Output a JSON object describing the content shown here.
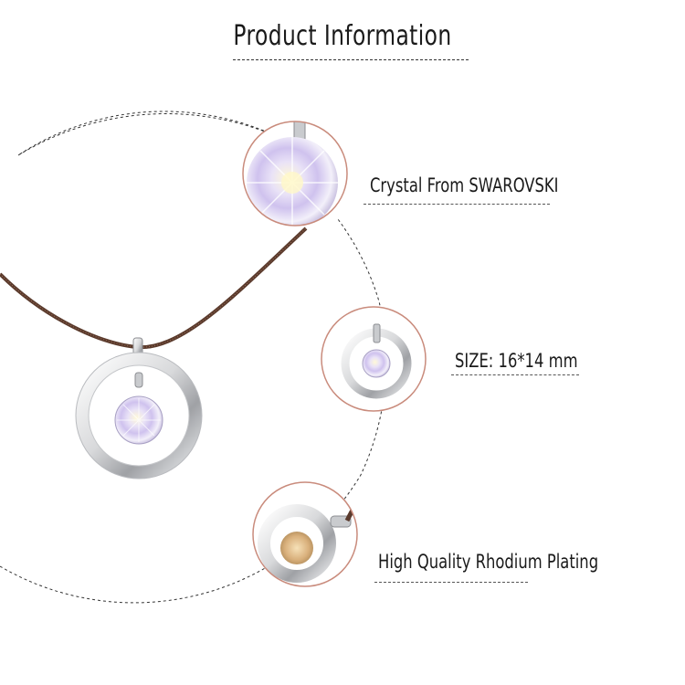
{
  "title": "Product Information",
  "features": [
    {
      "label": "Crystal From SWAROVSKI",
      "detail_icon": "crystal-closeup"
    },
    {
      "label": "SIZE: 16*14 mm",
      "detail_icon": "pendant-closeup"
    },
    {
      "label": "High Quality Rhodium Plating",
      "detail_icon": "plating-closeup"
    }
  ],
  "colors": {
    "detail_circle_border": "#c98b7c",
    "cord": "#5a3a2c",
    "silver": "#d9dadc",
    "crystal_tint": "#e6ddf3"
  }
}
